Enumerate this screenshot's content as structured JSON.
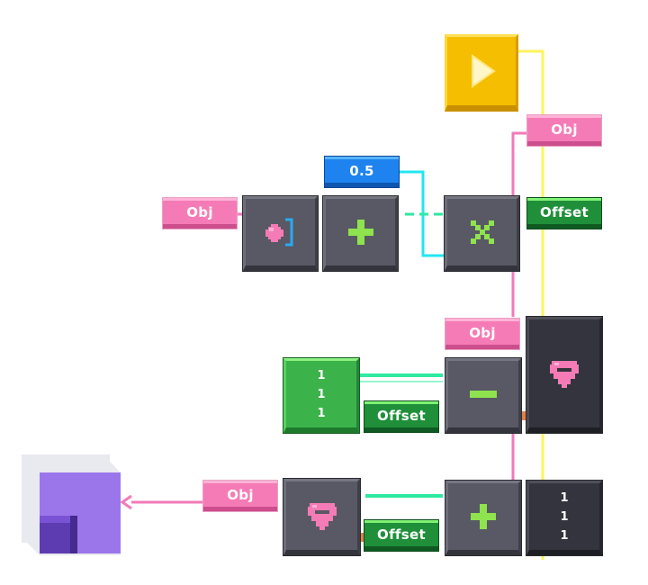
{
  "nodes": {
    "play": {
      "icon": "play-icon"
    },
    "obj_top": {
      "label": "Obj"
    },
    "offset_top": {
      "label": "Offset"
    },
    "number_0_5": {
      "label": "0.5"
    },
    "obj_left": {
      "label": "Obj"
    },
    "position_getter": {
      "icon": "position-getter-icon"
    },
    "add_top": {
      "icon": "plus-icon"
    },
    "multiply": {
      "icon": "multiply-icon"
    },
    "obj_middle": {
      "label": "Obj"
    },
    "dark_getter": {
      "icon": "heart-getter-icon"
    },
    "vector_green": {
      "values": [
        "1",
        "1",
        "1"
      ]
    },
    "offset_middle": {
      "label": "Offset"
    },
    "subtract": {
      "icon": "minus-icon"
    },
    "obj_bottom": {
      "label": "Obj"
    },
    "getter_bottom": {
      "icon": "heart-getter-icon"
    },
    "add_bottom": {
      "icon": "plus-icon"
    },
    "offset_bottom": {
      "label": "Offset"
    },
    "vector_dark": {
      "values": [
        "1",
        "1",
        "1"
      ]
    },
    "purple_object": {
      "icon": "purple-cube-icon"
    }
  },
  "colors": {
    "pink": "#f57bb6",
    "green": "#3cb34a",
    "blue": "#1e83ee",
    "yellow": "#f5be00",
    "cyan_wire": "#22e6f0",
    "teal_wire": "#2ee9a0",
    "yellow_wire": "#fff35c",
    "pink_wire": "#f27ab8",
    "purple": "#9b76ea"
  }
}
